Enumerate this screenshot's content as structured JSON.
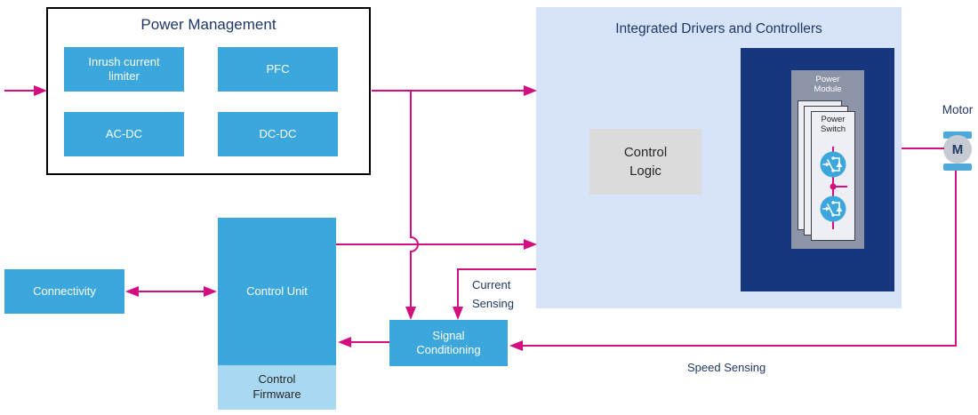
{
  "colors": {
    "accent": "#D40E7E",
    "blue": "#3BA7DC",
    "panel": "#D6E3F8",
    "navy": "#16377E",
    "firmware": "#A9D9F0",
    "module_gray": "#8C95A7",
    "card": "#EDEFF4",
    "gray_logic": "#DBDBDB",
    "motor_gray": "#C6CAD2",
    "motor_bar": "#4CA9DA",
    "text_navy": "#1F3864",
    "text_dark": "#262626"
  },
  "power_management": {
    "title": "Power Management",
    "items": [
      "Inrush current\nlimiter",
      "PFC",
      "AC-DC",
      "DC-DC"
    ]
  },
  "integrated": {
    "title": "Integrated Drivers and Controllers",
    "control_logic": "Control\nLogic",
    "power_module": "Power\nModule",
    "power_switch": "Power\nSwitch"
  },
  "motor": {
    "label": "Motor",
    "symbol": "M"
  },
  "connectivity": {
    "label": "Connectivity"
  },
  "control_unit": {
    "label": "Control Unit",
    "firmware": "Control\nFirmware"
  },
  "signal_conditioning": {
    "label": "Signal\nConditioning"
  },
  "annotations": {
    "current_sensing": "Current\nSensing",
    "speed_sensing": "Speed Sensing"
  }
}
